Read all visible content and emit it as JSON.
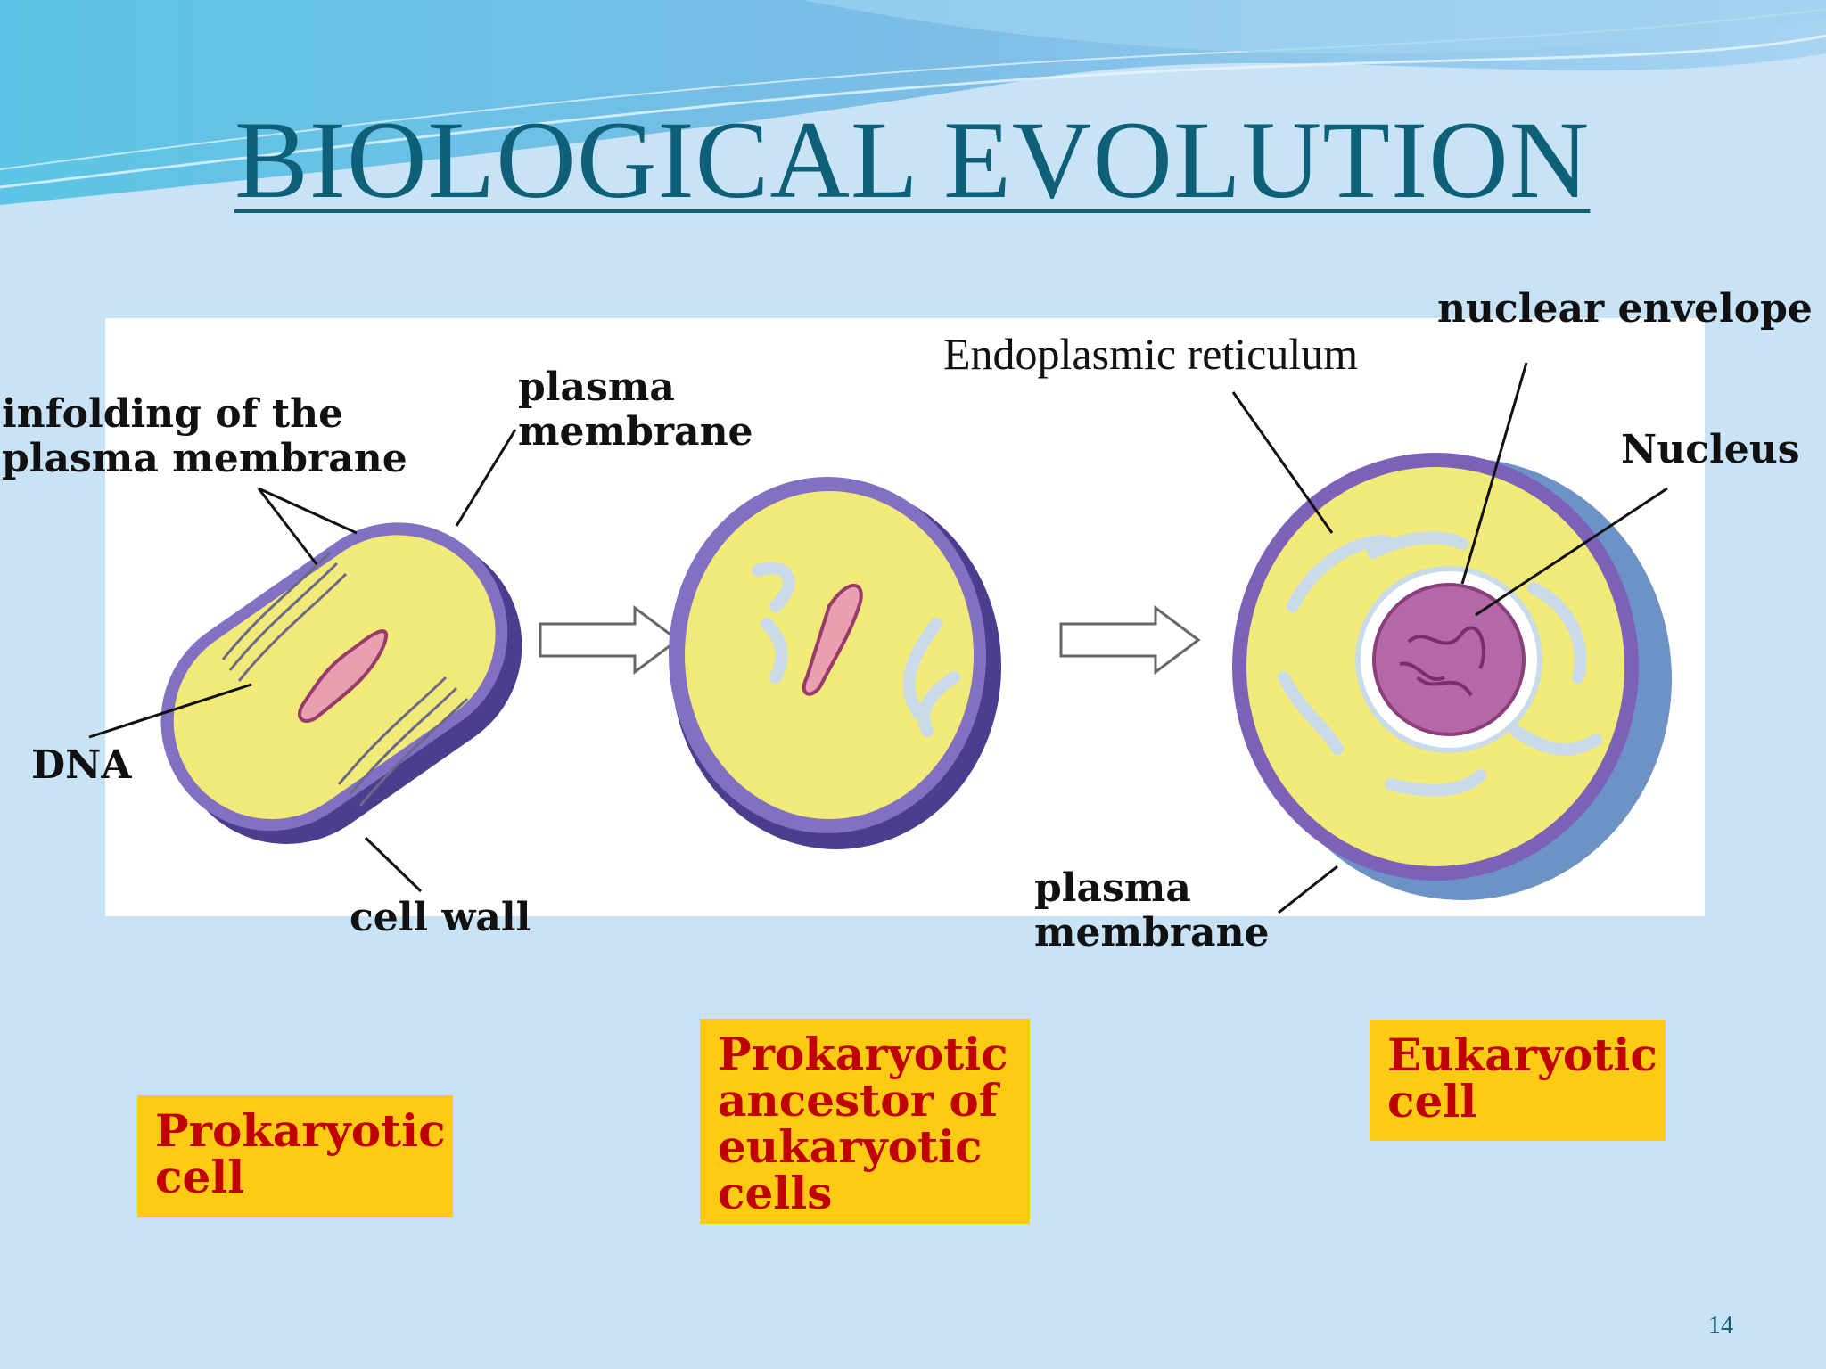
{
  "slide": {
    "title": "BIOLOGICAL EVOLUTION",
    "page_number": "14"
  },
  "labels": {
    "infolding": "infolding of the\nplasma membrane",
    "plasma_membrane_top": "plasma\nmembrane",
    "dna": "DNA",
    "cell_wall": "cell wall",
    "endoplasmic_reticulum": "Endoplasmic reticulum",
    "nuclear_envelope": "nuclear envelope",
    "nucleus": "Nucleus",
    "plasma_membrane_bottom": "plasma\nmembrane"
  },
  "captions": {
    "prokaryotic": "Prokaryotic\ncell",
    "ancestor": "Prokaryotic\nancestor of\neukaryotic\ncells",
    "eukaryotic": "Eukaryotic\ncell"
  },
  "colors": {
    "background": "#c8e2f6",
    "title": "#0e5f78",
    "caption_box": "#fecb14",
    "caption_text": "#c00000",
    "cytoplasm": "#f2ea78",
    "membrane": "#7b62b8",
    "er": "#e7f0f6",
    "nucleus": "#b469a6"
  }
}
